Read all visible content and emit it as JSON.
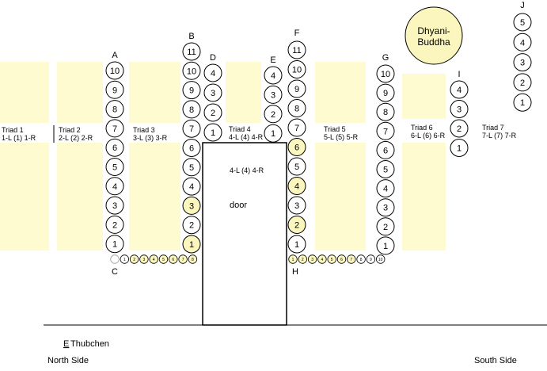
{
  "colors": {
    "panel": "#fffbd0",
    "highlight": "#fbf6bd",
    "grey": "#cccccc",
    "line": "#000000"
  },
  "triads": [
    {
      "title": "Triad 1",
      "sub": "1-L (1) 1-R"
    },
    {
      "title": "Triad 2",
      "sub": "2-L (2) 2-R"
    },
    {
      "title": "Triad 3",
      "sub": "3-L (3) 3-R"
    },
    {
      "title": "Triad 4",
      "sub": "4-L (4) 4-R"
    },
    {
      "title": "Triad 5",
      "sub": "5-L (5) 5-R"
    },
    {
      "title": "Triad 6",
      "sub": "6-L (6) 6-R"
    },
    {
      "title": "Triad 7",
      "sub": "7-L (7) 7-R"
    }
  ],
  "columns": [
    {
      "label": "A",
      "numbers": [
        10,
        9,
        8,
        7,
        6,
        5,
        4,
        3,
        2,
        1
      ],
      "highlighted": []
    },
    {
      "label": "B",
      "numbers": [
        11,
        10,
        9,
        8,
        7,
        6,
        5,
        4,
        3,
        2,
        1
      ],
      "highlighted": [
        3,
        1
      ]
    },
    {
      "label": "D",
      "numbers": [
        4,
        3,
        2,
        1
      ],
      "highlighted": []
    },
    {
      "label": "E",
      "numbers": [
        4,
        3,
        2,
        1
      ],
      "highlighted": []
    },
    {
      "label": "F",
      "numbers": [
        11,
        10,
        9,
        8,
        7,
        6,
        5,
        4,
        3,
        2,
        1
      ],
      "highlighted": [
        6,
        4,
        2
      ]
    },
    {
      "label": "G",
      "numbers": [
        10,
        9,
        8,
        7,
        6,
        5,
        4,
        3,
        2,
        1
      ],
      "highlighted": []
    },
    {
      "label": "I",
      "numbers": [
        4,
        3,
        2,
        1
      ],
      "highlighted": []
    },
    {
      "label": "J",
      "numbers": [
        5,
        4,
        3,
        2,
        1
      ],
      "highlighted": []
    }
  ],
  "rows": [
    {
      "label": "C",
      "numbers": [
        "",
        1,
        2,
        3,
        4,
        5,
        6,
        7,
        8
      ],
      "highlighted": [
        2,
        3,
        4,
        5,
        6,
        7,
        8
      ],
      "grey_first": true
    },
    {
      "label": "H",
      "numbers": [
        1,
        2,
        3,
        4,
        5,
        6,
        7,
        8,
        9,
        10
      ],
      "highlighted": [
        1,
        2,
        3,
        4,
        5,
        6,
        7
      ],
      "grey_first": false
    }
  ],
  "dhyani": {
    "line1": "Dhyani-",
    "line2": "Buddha"
  },
  "door": {
    "label": "door",
    "inner_label": "4-L (4) 4-R"
  },
  "footer": {
    "thubchen": "Thubchen",
    "thubchen_mark": "E",
    "north": "North Side",
    "south": "South Side"
  }
}
